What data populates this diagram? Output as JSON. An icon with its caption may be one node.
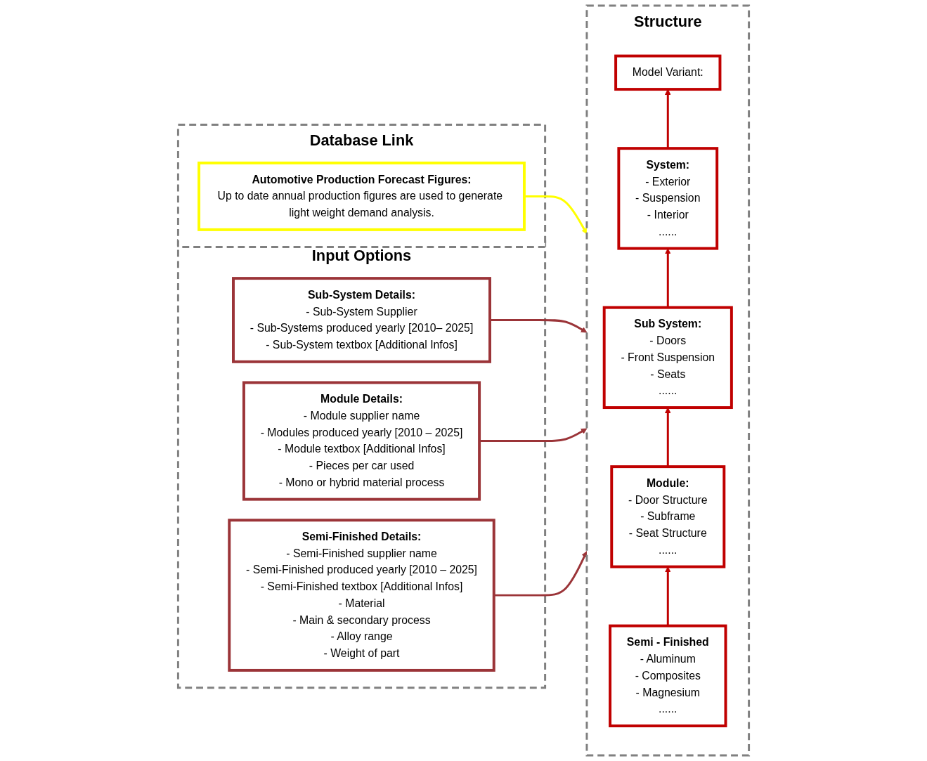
{
  "diagram": {
    "nodes": [
      {
        "text": [
          "Database Link"
        ]
      },
      {
        "text": [
          "Automotive Production Forecast Figures:",
          "Up to date annual production figures are used to generate light weight demand analysis."
        ],
        "in": 0
      },
      {
        "text": [
          "Input Options"
        ]
      },
      {
        "text": [
          "Sub-System Details:",
          "- Sub-System Supplier",
          "- Sub-Systems produced yearly [2010– 2025]",
          "- Sub-System textbox [Additional Infos]"
        ],
        "in": 2
      },
      {
        "text": [
          "Module Details:",
          "- Module supplier name",
          "- Modules produced yearly [2010 – 2025]",
          "- Module textbox [Additional Infos]",
          "- Pieces per car used",
          "- Mono or hybrid material process"
        ],
        "in": 2
      },
      {
        "text": [
          "Semi-Finished Details:",
          "- Semi-Finished supplier name",
          "- Semi-Finished produced yearly [2010 – 2025]",
          "- Semi-Finished textbox [Additional Infos]",
          "- Material",
          "- Main & secondary process",
          "- Alloy range",
          "- Weight of part"
        ],
        "in": 2
      },
      {
        "text": [
          "Structure"
        ]
      },
      {
        "text": [
          "Model Variant:"
        ],
        "in": 6
      },
      {
        "text": [
          "System:",
          "- Exterior",
          "- Suspension",
          "- Interior",
          "......"
        ],
        "in": 6
      },
      {
        "text": [
          "Sub System:",
          "- Doors",
          "- Front Suspension",
          "- Seats",
          "......"
        ],
        "in": 6
      },
      {
        "text": [
          "Module:",
          "- Door Structure",
          "- Subframe",
          "- Seat Structure",
          "......"
        ],
        "in": 6
      },
      {
        "text": [
          "Semi - Finished",
          "- Aluminum",
          "- Composites",
          "- Magnesium",
          "......"
        ],
        "in": 6
      }
    ],
    "edges": [
      {
        "from": 1,
        "to": 6,
        "arrow": "to",
        "color": "#ffff00"
      },
      {
        "from": 3,
        "to": 6,
        "arrow": "to",
        "color": "#9b3438"
      },
      {
        "from": 4,
        "to": 6,
        "arrow": "to",
        "color": "#9b3438"
      },
      {
        "from": 5,
        "to": 6,
        "arrow": "to",
        "color": "#9b3438"
      },
      {
        "from": 11,
        "to": 10,
        "arrow": "to",
        "color": "#c00000"
      },
      {
        "from": 10,
        "to": 9,
        "arrow": "to",
        "color": "#c00000"
      },
      {
        "from": 9,
        "to": 8,
        "arrow": "to",
        "color": "#c00000"
      },
      {
        "from": 8,
        "to": 7,
        "arrow": "to",
        "color": "#c00000"
      }
    ]
  }
}
